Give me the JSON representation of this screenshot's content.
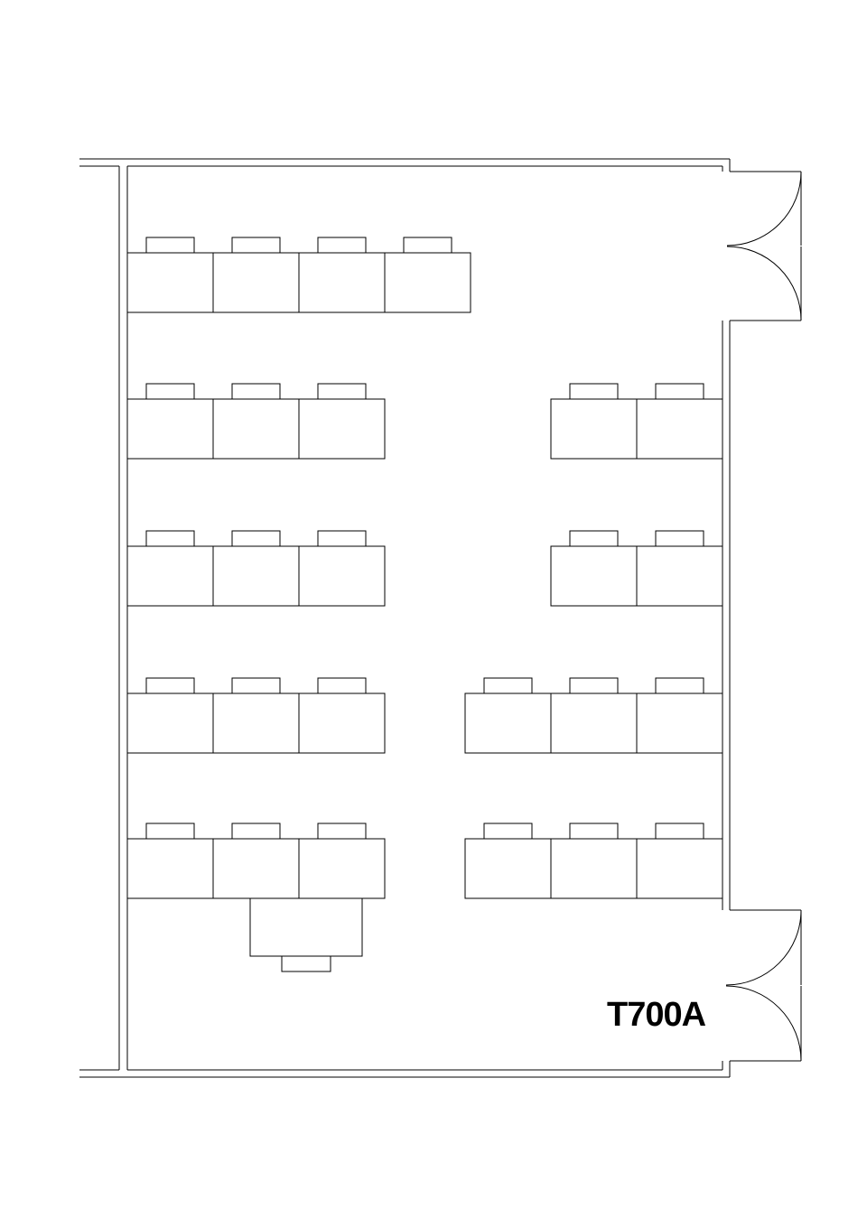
{
  "room": {
    "label": "T700A"
  },
  "desk_rows": [
    {
      "left_desks": 4,
      "right_desks": 0
    },
    {
      "left_desks": 3,
      "right_desks": 2
    },
    {
      "left_desks": 3,
      "right_desks": 2
    },
    {
      "left_desks": 3,
      "right_desks": 3
    },
    {
      "left_desks": 3,
      "right_desks": 3
    }
  ],
  "instructor_desks": 1,
  "doors": 2,
  "colors": {
    "line": "#000000",
    "background": "#ffffff"
  }
}
